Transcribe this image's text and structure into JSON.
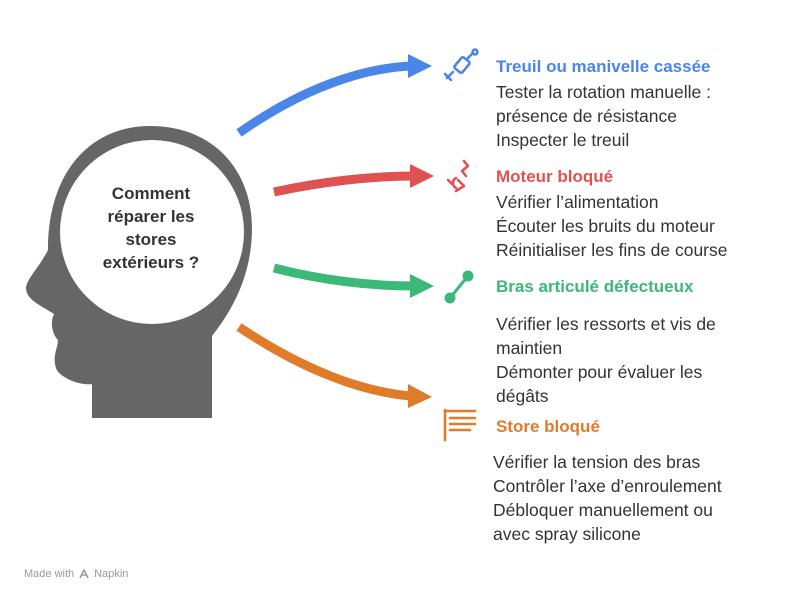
{
  "head": {
    "question_lines": [
      "Comment",
      "réparer les",
      "stores",
      "extérieurs ?"
    ]
  },
  "branches": [
    {
      "title": "Treuil ou manivelle cassée",
      "color": "#4a86e8",
      "icon": "wrench-crank-icon",
      "lines": [
        "Tester la rotation manuelle :",
        "présence de résistance",
        "Inspecter le treuil"
      ]
    },
    {
      "title": "Moteur bloqué",
      "color": "#e05252",
      "icon": "motor-link-icon",
      "lines": [
        "Vérifier l’alimentation",
        "Écouter les bruits du moteur",
        "Réinitialiser les fins de course"
      ]
    },
    {
      "title": "Bras articulé défectueux",
      "color": "#3cb878",
      "icon": "articulated-arm-icon",
      "lines": [
        "Vérifier les ressorts et vis de",
        "maintien",
        "Démonter pour évaluer les",
        "dégâts"
      ]
    },
    {
      "title": "Store bloqué",
      "color": "#e07b2a",
      "icon": "awning-icon",
      "lines": [
        "Vérifier la tension des bras",
        "Contrôler l’axe d’enroulement",
        "Débloquer manuellement ou",
        "avec spray silicone"
      ]
    }
  ],
  "footer": {
    "made_with": "Made with",
    "brand": "Napkin"
  }
}
